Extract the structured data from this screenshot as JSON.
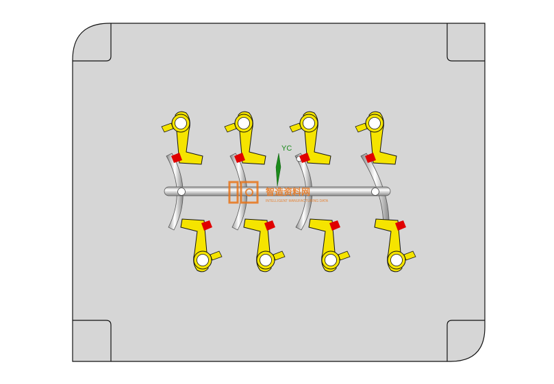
{
  "view": {
    "background_color": "#ffffff",
    "plate_color": "#d6d6d6",
    "part_color": "#f5e400",
    "gate_color": "#e00000",
    "runner_color": "#f2f2f2"
  },
  "axis": {
    "label": "YC",
    "color": "#1a8a1a"
  },
  "watermark": {
    "text_cn": "智造资料网",
    "text_en": "INTELLIGENT MANUFACTURING DATA",
    "color": "#e8751a"
  },
  "icons": [
    "corner-pocket-icon",
    "axis-triad-icon",
    "watermark-logo-icon"
  ]
}
